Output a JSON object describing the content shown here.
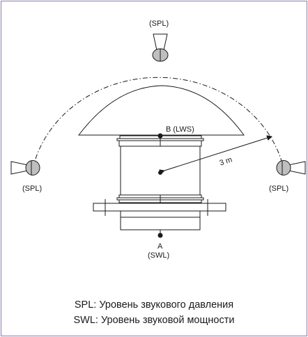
{
  "labels": {
    "spl_top": "(SPL)",
    "spl_left": "(SPL)",
    "spl_right": "(SPL)",
    "point_b": "B (LWS)",
    "distance": "3 m",
    "point_a": "A",
    "swl": "(SWL)"
  },
  "legend": {
    "spl": "SPL: Уровень звукового давления",
    "swl": "SWL: Уровень звуковой мощности"
  },
  "colors": {
    "frame": "#8d7aa6",
    "microphone_fill": "#bfbfbf",
    "line": "#1a1a1a"
  }
}
